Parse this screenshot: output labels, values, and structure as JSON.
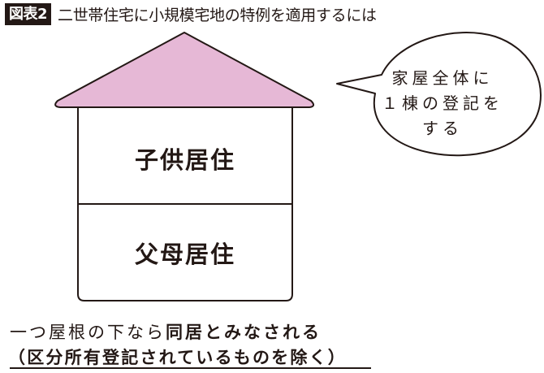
{
  "header": {
    "figure_label": "図表2",
    "title": "二世帯住宅に小規模宅地の特例を適用するには"
  },
  "house": {
    "roof_color": "#e6b8d6",
    "outline_color": "#231815",
    "upper_floor": "子供居住",
    "lower_floor": "父母居住"
  },
  "speech_bubble": {
    "lines": [
      "家屋全体に",
      "１棟の登記を",
      "する"
    ]
  },
  "caption": {
    "line1_regular": "一つ屋根の下なら",
    "line1_bold": "同居とみなされる",
    "line2": "（区分所有登記されているものを除く）"
  }
}
